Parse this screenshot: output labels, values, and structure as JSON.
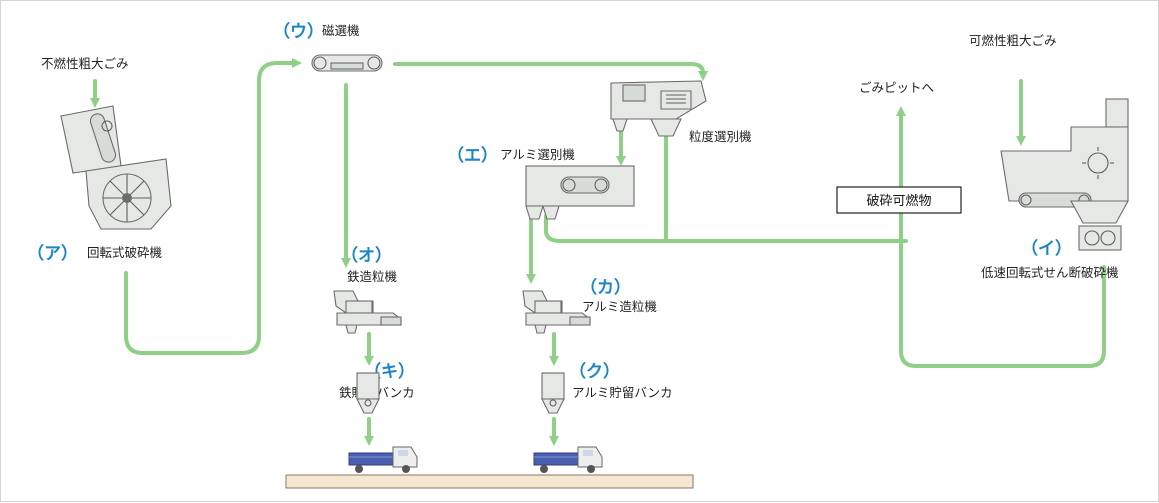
{
  "inputs": {
    "noncombustible": "不燃性粗大ごみ",
    "combustible": "可燃性粗大ごみ"
  },
  "to_pit": "ごみピットへ",
  "combustible_box": "破砕可燃物",
  "machines": {
    "a": {
      "code": "（ア）",
      "name": "回転式破砕機"
    },
    "i": {
      "code": "（イ）",
      "name": "低速回転式せん断破砕機"
    },
    "u": {
      "code": "（ウ）",
      "name": "磁選機"
    },
    "e": {
      "code": "（エ）",
      "name": "アルミ選別機"
    },
    "o": {
      "code": "（オ）",
      "name": "鉄造粒機"
    },
    "ka": {
      "code": "（カ）",
      "name": "アルミ造粒機"
    },
    "ki": {
      "code": "（キ）",
      "name": "鉄貯留バンカ"
    },
    "ku": {
      "code": "（ク）",
      "name": "アルミ貯留バンカ"
    }
  },
  "particle_sorter": "粒度選別機",
  "colors": {
    "flow": "#8fcf88",
    "code": "#1a86c8",
    "machine": "#e6e8e6",
    "truck_bed": "#4a5fb0"
  }
}
